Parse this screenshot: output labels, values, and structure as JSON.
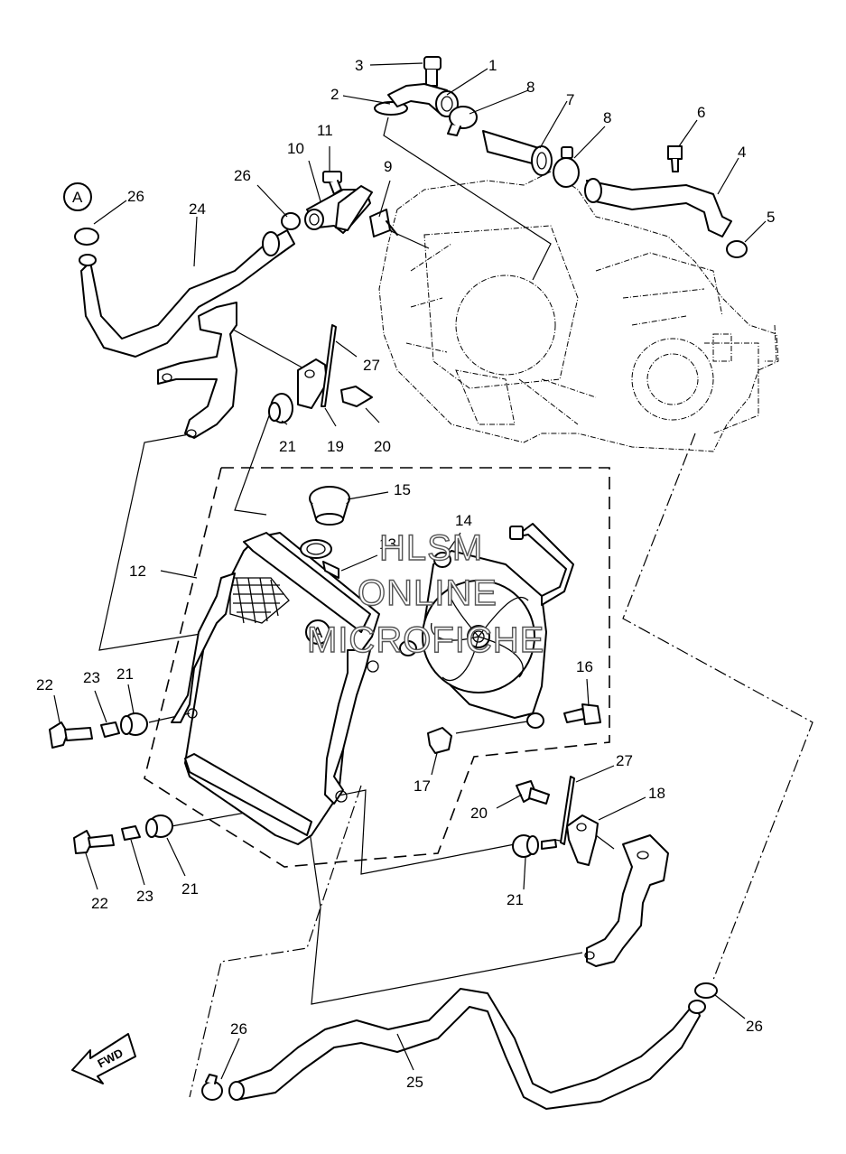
{
  "diagram": {
    "labels": {
      "p1": "1",
      "p2": "2",
      "p3": "3",
      "p4": "4",
      "p5": "5",
      "p6": "6",
      "p7": "7",
      "p8a": "8",
      "p8b": "8",
      "p9": "9",
      "p10": "10",
      "p11": "11",
      "p12": "12",
      "p13": "13",
      "p14": "14",
      "p15": "15",
      "p16": "16",
      "p17": "17",
      "p18": "18",
      "p19": "19",
      "p20a": "20",
      "p20b": "20",
      "p21a": "21",
      "p21b": "21",
      "p21c": "21",
      "p21d": "21",
      "p22a": "22",
      "p22b": "22",
      "p23a": "23",
      "p23b": "23",
      "p24": "24",
      "p25": "25",
      "p26a": "26",
      "p26b": "26",
      "p26c": "26",
      "p26d": "26",
      "p27a": "27",
      "p27b": "27"
    },
    "ref_mark": "A",
    "ref_mark_2": "A",
    "fwd_label": "FWD"
  },
  "watermark": {
    "line1": "HLSM",
    "line2": "ONLINE",
    "line3": "MICROFICHE"
  }
}
